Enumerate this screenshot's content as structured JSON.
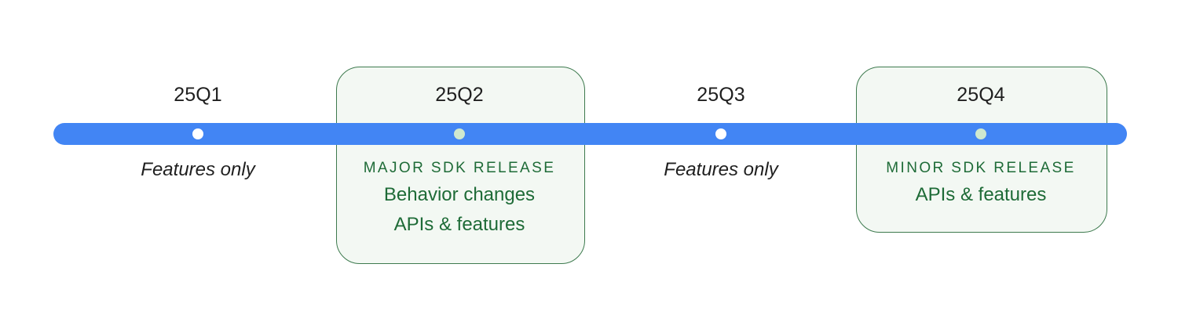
{
  "timeline": {
    "rail_color": "#4285F4",
    "card_border_color": "#3D7A4E",
    "card_fill_color": "#F3F8F3",
    "release_text_color": "#1E6B37",
    "plain_text_color": "#1F1F1F",
    "markers": [
      {
        "id": "25q1",
        "quarter": "25Q1",
        "dot_style": "white",
        "highlighted": false,
        "lines": [
          {
            "text": "Features only",
            "style": "plain"
          }
        ]
      },
      {
        "id": "25q2",
        "quarter": "25Q2",
        "dot_style": "mint",
        "highlighted": true,
        "lines": [
          {
            "text": "MAJOR SDK RELEASE",
            "style": "release"
          },
          {
            "text": "Behavior changes",
            "style": "item"
          },
          {
            "text": "APIs & features",
            "style": "item"
          }
        ]
      },
      {
        "id": "25q3",
        "quarter": "25Q3",
        "dot_style": "white",
        "highlighted": false,
        "lines": [
          {
            "text": "Features only",
            "style": "plain"
          }
        ]
      },
      {
        "id": "25q4",
        "quarter": "25Q4",
        "dot_style": "mint",
        "highlighted": true,
        "lines": [
          {
            "text": "MINOR SDK RELEASE",
            "style": "release"
          },
          {
            "text": "APIs & features",
            "style": "item"
          }
        ]
      }
    ]
  }
}
